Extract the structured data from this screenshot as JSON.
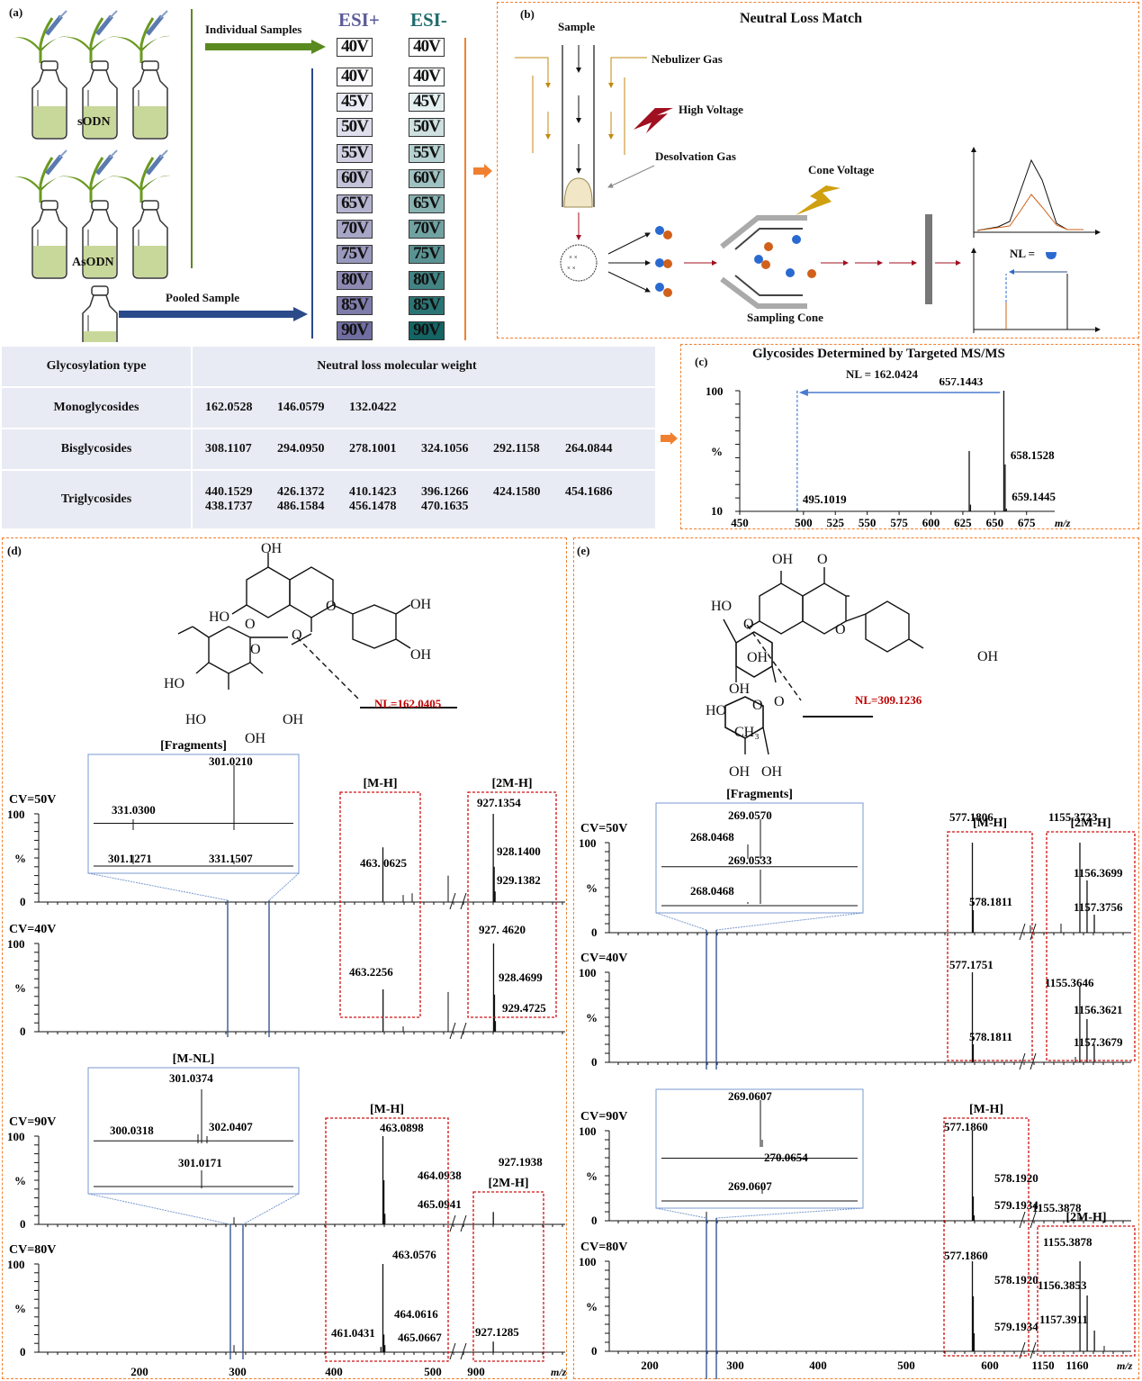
{
  "panel_a": {
    "label": "(a)",
    "individual_samples": "Individual Samples",
    "pooled_sample": "Pooled Sample",
    "group1": "sODN",
    "group2": "AsODN",
    "esi_pos": "ESI+",
    "esi_neg": "ESI-",
    "individual_voltage": "40V",
    "voltages": [
      "40V",
      "45V",
      "50V",
      "55V",
      "60V",
      "65V",
      "70V",
      "75V",
      "80V",
      "85V",
      "90V"
    ],
    "colors": {
      "esi_pos": "#5b5b9a",
      "esi_neg": "#1f6b6b",
      "green_arrow": "#5a8a1f",
      "blue_arrow": "#2a4a8a",
      "orange": "#f08030"
    }
  },
  "panel_b": {
    "label": "(b)",
    "title": "Neutral Loss Match",
    "sample": "Sample",
    "nebulizer_gas": "Nebulizer Gas",
    "high_voltage": "High Voltage",
    "desolvation_gas": "Desolvation Gas",
    "cone_voltage": "Cone Voltage",
    "sampling_cone": "Sampling Cone",
    "nl_label": "NL ="
  },
  "table": {
    "header_type": "Glycosylation type",
    "header_weight": "Neutral loss molecular weight",
    "rows": [
      {
        "type": "Monoglycosides",
        "values": [
          "162.0528",
          "146.0579",
          "132.0422"
        ]
      },
      {
        "type": "Bisglycosides",
        "values": [
          "308.1107",
          "294.0950",
          "278.1001",
          "324.1056",
          "292.1158",
          "264.0844"
        ]
      },
      {
        "type": "Triglycosides",
        "values": [
          "440.1529",
          "426.1372",
          "410.1423",
          "396.1266",
          "424.1580",
          "454.1686",
          "438.1737",
          "486.1584",
          "456.1478",
          "470.1635"
        ]
      }
    ]
  },
  "chart_data": [
    {
      "id": "c",
      "type": "bar",
      "title": "Glycosides Determined by Targeted MS/MS",
      "subtitle": "NL = 162.0424",
      "label": "(c)",
      "xlabel": "m/z",
      "ylabel": "%",
      "xlim": [
        450,
        690
      ],
      "xticks": [
        450,
        500,
        525,
        550,
        575,
        600,
        625,
        650,
        675
      ],
      "xtick_labels": [
        "450",
        "500",
        "525",
        "550",
        "575",
        "600",
        "625",
        "650",
        "675"
      ],
      "ylim": [
        10,
        100
      ],
      "ytick_labels": [
        "100",
        "%",
        "10"
      ],
      "peaks": [
        {
          "x": 495.1019,
          "y": 12,
          "label": "495.1019"
        },
        {
          "x": 630,
          "y": 55,
          "label": ""
        },
        {
          "x": 631,
          "y": 15,
          "label": ""
        },
        {
          "x": 657.1443,
          "y": 100,
          "label": "657.1443"
        },
        {
          "x": 658.1528,
          "y": 45,
          "label": "658.1528"
        },
        {
          "x": 659.1445,
          "y": 12,
          "label": "659.1445"
        }
      ]
    },
    {
      "id": "d",
      "type": "bar",
      "label": "(d)",
      "nl_annotation": "NL=162.0405",
      "xlabel": "m/z",
      "xtick_labels": [
        "200",
        "300",
        "400",
        "500",
        "900"
      ],
      "inset_top_title": "[Fragments]",
      "inset_bottom_title": "[M-NL]",
      "box_mh": "[M-H]",
      "box_2mh": "[2M-H]",
      "spectra": [
        {
          "cv": "CV=50V",
          "peaks": [
            {
              "x": 463.0625,
              "y": 62,
              "label": "463. 0625"
            },
            {
              "x": 927.1354,
              "y": 100,
              "label": "927.1354"
            },
            {
              "x": 928.14,
              "y": 40,
              "label": "928.1400"
            },
            {
              "x": 929.1382,
              "y": 12,
              "label": "929.1382"
            }
          ],
          "inset": [
            {
              "label": "331.0300"
            },
            {
              "label": "301.0210"
            },
            {
              "label": "301.1271"
            },
            {
              "label": "331.1507"
            }
          ]
        },
        {
          "cv": "CV=40V",
          "peaks": [
            {
              "x": 463.2256,
              "y": 48,
              "label": "463.2256"
            },
            {
              "x": 927.462,
              "y": 100,
              "label": "927. 4620"
            },
            {
              "x": 928.4699,
              "y": 42,
              "label": "928.4699"
            },
            {
              "x": 929.4725,
              "y": 12,
              "label": "929.4725"
            }
          ]
        },
        {
          "cv": "CV=90V",
          "peaks": [
            {
              "x": 463.0898,
              "y": 100,
              "label": "463.0898"
            },
            {
              "x": 464.0938,
              "y": 50,
              "label": "464.0938"
            },
            {
              "x": 465.0941,
              "y": 12,
              "label": "465.0941"
            },
            {
              "x": 927.1938,
              "y": 14,
              "label": "927.1938"
            }
          ],
          "inset": [
            {
              "label": "301.0374"
            },
            {
              "label": "300.0318"
            },
            {
              "label": "302.0407"
            },
            {
              "label": "301.0171"
            }
          ]
        },
        {
          "cv": "CV=80V",
          "peaks": [
            {
              "x": 463.0576,
              "y": 100,
              "label": "463.0576"
            },
            {
              "x": 464.0616,
              "y": 20,
              "label": "464.0616"
            },
            {
              "x": 465.0667,
              "y": 8,
              "label": "465.0667"
            },
            {
              "x": 461.0431,
              "y": 6,
              "label": "461.0431"
            },
            {
              "x": 927.1285,
              "y": 12,
              "label": "927.1285"
            }
          ]
        }
      ]
    },
    {
      "id": "e",
      "type": "bar",
      "label": "(e)",
      "nl_annotation": "NL=309.1236",
      "xlabel": "m/z",
      "xtick_labels": [
        "200",
        "300",
        "400",
        "500",
        "600",
        "1150",
        "1160"
      ],
      "inset_top_title": "[Fragments]",
      "box_mh": "[M-H]",
      "box_2mh": "[2M-H]",
      "spectra": [
        {
          "cv": "CV=50V",
          "peaks": [
            {
              "x": 577.1806,
              "y": 100,
              "label": "577.1806"
            },
            {
              "x": 578.1811,
              "y": 25,
              "label": "578.1811"
            },
            {
              "x": 1155.3723,
              "y": 100,
              "label": "1155.3723"
            },
            {
              "x": 1156.3699,
              "y": 58,
              "label": "1156.3699"
            },
            {
              "x": 1157.3756,
              "y": 20,
              "label": "1157.3756"
            }
          ],
          "inset": [
            {
              "label": "269.0570"
            },
            {
              "label": "268.0468"
            },
            {
              "label": "269.0533"
            },
            {
              "label": "268.0468"
            }
          ]
        },
        {
          "cv": "CV=40V",
          "peaks": [
            {
              "x": 577.1751,
              "y": 100,
              "label": "577.1751"
            },
            {
              "x": 578.1811,
              "y": 20,
              "label": "578.1811"
            },
            {
              "x": 1155.3646,
              "y": 85,
              "label": "1155.3646"
            },
            {
              "x": 1156.3621,
              "y": 48,
              "label": "1156.3621"
            },
            {
              "x": 1157.3679,
              "y": 20,
              "label": "1157.3679"
            }
          ]
        },
        {
          "cv": "CV=90V",
          "peaks": [
            {
              "x": 577.186,
              "y": 100,
              "label": "577.1860"
            },
            {
              "x": 578.192,
              "y": 27,
              "label": "578.1920"
            },
            {
              "x": 579.1934,
              "y": 6,
              "label": "579.1934"
            },
            {
              "x": 1155.3878,
              "y": 4,
              "label": "1155.3878"
            }
          ],
          "inset": [
            {
              "label": "269.0607"
            },
            {
              "label": "270.0654"
            },
            {
              "label": "269.0607"
            }
          ]
        },
        {
          "cv": "CV=80V",
          "peaks": [
            {
              "x": 577.186,
              "y": 100,
              "label": "577.1860"
            },
            {
              "x": 578.192,
              "y": 61,
              "label": "578.1920"
            },
            {
              "x": 579.1934,
              "y": 20,
              "label": "579.1934"
            },
            {
              "x": 1155.3878,
              "y": 100,
              "label": "1155.3878"
            },
            {
              "x": 1156.3853,
              "y": 62,
              "label": "1156.3853"
            },
            {
              "x": 1157.3911,
              "y": 23,
              "label": "1157.3911"
            }
          ]
        }
      ]
    }
  ],
  "axis": {
    "y100": "100",
    "ypct": "%",
    "y0": "0",
    "xunit": "m/z"
  }
}
